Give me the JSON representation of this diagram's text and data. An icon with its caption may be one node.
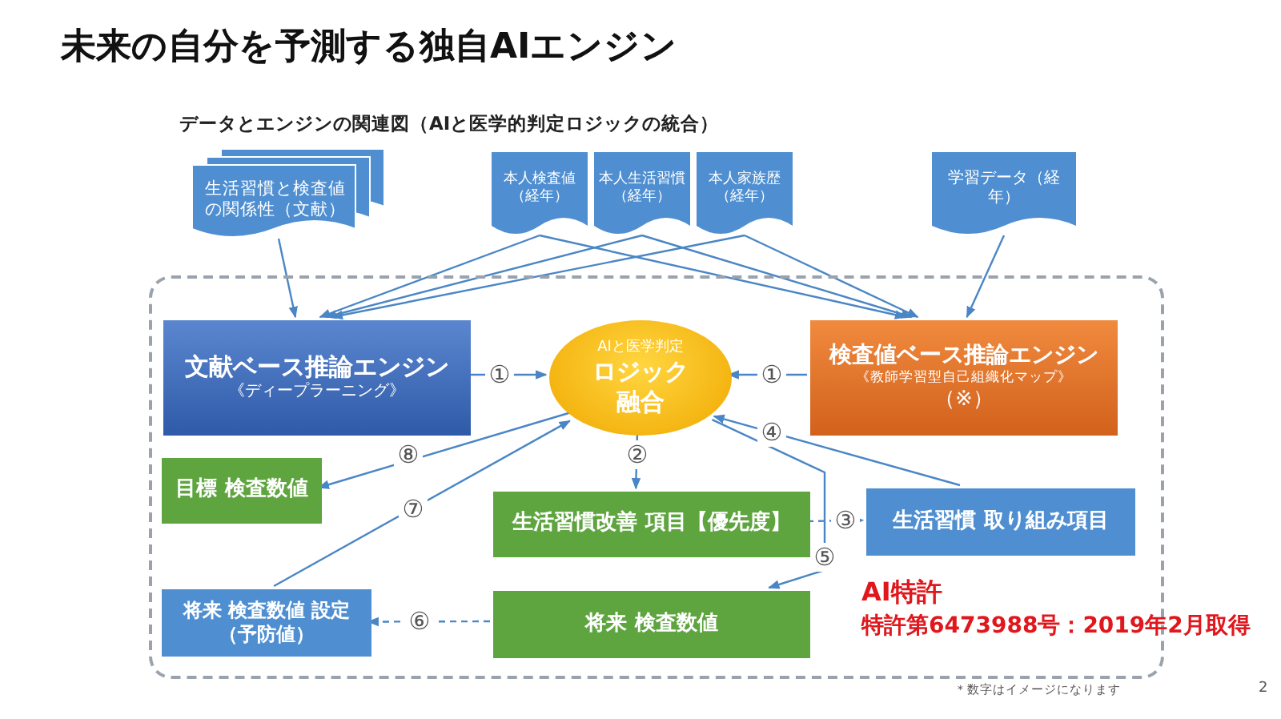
{
  "diagram": {
    "title": "未来の自分を予測する独自AIエンジン",
    "caption": "データとエンジンの関連図（AIと医学的判定ロジックの統合）",
    "nodes": [
      {
        "text": [
          "生活習慣と検査値の関係性（文献）"
        ]
      },
      {
        "text": [
          "本人検査値（経年）"
        ]
      },
      {
        "text": [
          "本人生活習慣（経年）"
        ]
      },
      {
        "text": [
          "本人家族歴（経年）"
        ]
      },
      {
        "text": [
          "学習データ（経年）"
        ]
      },
      {
        "text": [],
        "shape": "box"
      },
      {
        "text": [
          "文献ベース推論エンジン",
          "《ディープラーニング》"
        ],
        "in": 5
      },
      {
        "text": [
          "AIと医学判定",
          "ロジック融合"
        ],
        "in": 5
      },
      {
        "text": [
          "検査値ベース推論エンジン",
          "《教師学習型自己組織化マップ》",
          "（※）"
        ],
        "in": 5
      },
      {
        "text": [
          "目標 検査数値"
        ],
        "in": 5
      },
      {
        "text": [
          "生活習慣改善 項目【優先度】"
        ],
        "in": 5
      },
      {
        "text": [
          "生活習慣 取り組み項目"
        ],
        "in": 5
      },
      {
        "text": [
          "将来 検査数値 設定（予防値）"
        ],
        "in": 5
      },
      {
        "text": [
          "将来 検査数値"
        ],
        "in": 5
      }
    ],
    "edges": [
      {
        "from": 0,
        "to": 6,
        "arrow": "to"
      },
      {
        "from": 1,
        "to": 6,
        "arrow": "to"
      },
      {
        "from": 2,
        "to": 6,
        "arrow": "to"
      },
      {
        "from": 3,
        "to": 6,
        "arrow": "to"
      },
      {
        "from": 1,
        "to": 8,
        "arrow": "to"
      },
      {
        "from": 2,
        "to": 8,
        "arrow": "to"
      },
      {
        "from": 3,
        "to": 8,
        "arrow": "to"
      },
      {
        "from": 4,
        "to": 8,
        "arrow": "to"
      },
      {
        "from": 6,
        "to": 7,
        "arrow": "to",
        "label": "①"
      },
      {
        "from": 8,
        "to": 7,
        "arrow": "to",
        "label": "①"
      },
      {
        "from": 7,
        "to": 9,
        "arrow": "to",
        "label": "⑧"
      },
      {
        "from": 7,
        "to": 10,
        "arrow": "to",
        "label": "②"
      },
      {
        "from": 7,
        "to": 13,
        "arrow": "to",
        "label": "⑤"
      },
      {
        "from": 11,
        "to": 7,
        "arrow": "to",
        "label": "④"
      },
      {
        "from": 10,
        "to": 11,
        "arrow": "to",
        "label": "③",
        "style": "dashed"
      },
      {
        "from": 13,
        "to": 12,
        "arrow": "to",
        "label": "⑥",
        "style": "dashed"
      },
      {
        "from": 12,
        "to": 7,
        "arrow": "to",
        "label": "⑦"
      }
    ],
    "labels": [
      "AI特許",
      "特許第6473988号：2019年2月取得",
      "＊数字はイメージになります",
      "2"
    ]
  }
}
